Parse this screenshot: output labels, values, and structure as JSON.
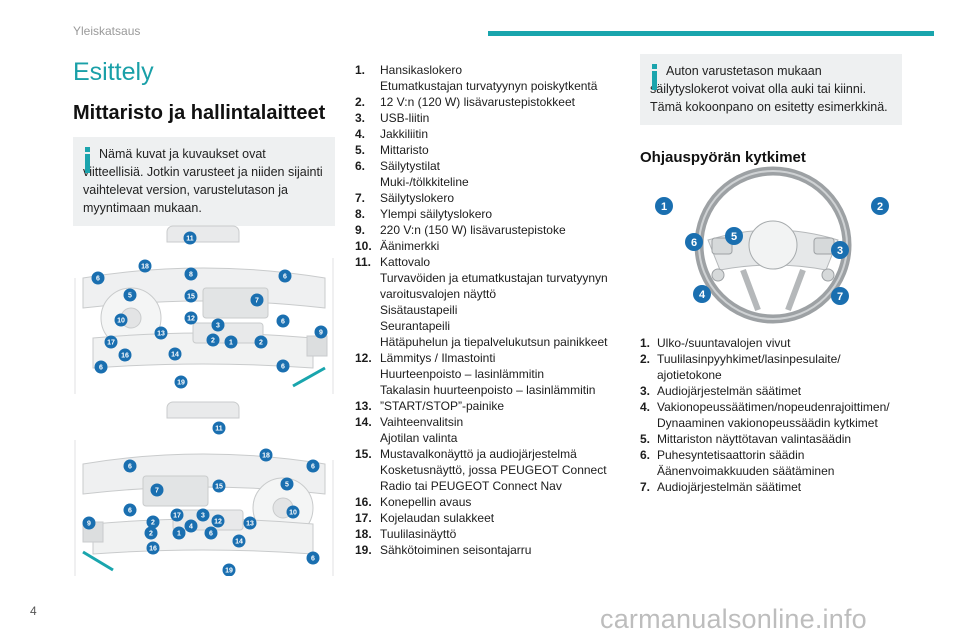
{
  "header": {
    "section": "Yleiskatsaus",
    "page_number": "4"
  },
  "watermark": "carmanualsonline.info",
  "title": "Esittely",
  "subtitle": "Mittaristo ja hallintalaitteet",
  "note1": {
    "first": "Nämä kuvat ja kuvaukset ovat",
    "rest": "viitteellisiä. Jotkin varusteet ja niiden sijainti vaihtelevat version, varustelutason ja myyntimaan mukaan."
  },
  "items": [
    {
      "num": "1.",
      "lines": [
        "Hansikaslokero",
        "Etumatkustajan turvatyynyn poiskytkentä"
      ]
    },
    {
      "num": "2.",
      "lines": [
        "12 V:n (120 W) lisävarustepistokkeet"
      ]
    },
    {
      "num": "3.",
      "lines": [
        "USB-liitin"
      ]
    },
    {
      "num": "4.",
      "lines": [
        "Jakkiliitin"
      ]
    },
    {
      "num": "5.",
      "lines": [
        "Mittaristo"
      ]
    },
    {
      "num": "6.",
      "lines": [
        "Säilytystilat",
        "Muki-/tölkkiteline"
      ]
    },
    {
      "num": "7.",
      "lines": [
        "Säilytyslokero"
      ]
    },
    {
      "num": "8.",
      "lines": [
        "Ylempi säilytyslokero"
      ]
    },
    {
      "num": "9.",
      "lines": [
        "220 V:n (150 W) lisävarustepistoke"
      ]
    },
    {
      "num": "10.",
      "lines": [
        "Äänimerkki"
      ]
    },
    {
      "num": "11.",
      "lines": [
        "Kattovalo",
        "Turvavöiden ja etumatkustajan turvatyynyn varoitusvalojen näyttö",
        "Sisätaustapeili",
        "Seurantapeili",
        "Hätäpuhelun ja tiepalvelukutsun painikkeet"
      ]
    },
    {
      "num": "12.",
      "lines": [
        "Lämmitys / Ilmastointi",
        "Huurteenpoisto – lasinlämmitin",
        "Takalasin huurteenpoisto – lasinlämmitin"
      ]
    },
    {
      "num": "13.",
      "lines": [
        "”START/STOP”-painike"
      ]
    },
    {
      "num": "14.",
      "lines": [
        "Vaihteenvalitsin",
        "Ajotilan valinta"
      ]
    },
    {
      "num": "15.",
      "lines": [
        "Mustavalkonäyttö ja audiojärjestelmä",
        "Kosketusnäyttö, jossa PEUGEOT Connect Radio tai PEUGEOT Connect Nav"
      ]
    },
    {
      "num": "16.",
      "lines": [
        "Konepellin avaus"
      ]
    },
    {
      "num": "17.",
      "lines": [
        "Kojelaudan sulakkeet"
      ]
    },
    {
      "num": "18.",
      "lines": [
        "Tuulilasinäyttö"
      ]
    },
    {
      "num": "19.",
      "lines": [
        "Sähkötoiminen seisontajarru"
      ]
    }
  ],
  "note2": {
    "first": "Auton varustetason mukaan",
    "rest": "säilytyslokerot voivat olla auki tai kiinni. Tämä kokoonpano on esitetty esimerkkinä."
  },
  "wheel_heading": "Ohjauspyörän kytkimet",
  "wheel_items": [
    {
      "num": "1.",
      "lines": [
        "Ulko-/suuntavalojen vivut"
      ]
    },
    {
      "num": "2.",
      "lines": [
        "Tuulilasinpyyhkimet/lasinpesulaite/",
        "ajotietokone"
      ]
    },
    {
      "num": "3.",
      "lines": [
        "Audiojärjestelmän säätimet"
      ]
    },
    {
      "num": "4.",
      "lines": [
        "Vakionopeussäätimen/nopeudenrajoittimen/",
        "Dynaaminen vakionopeussäädin kytkimet"
      ]
    },
    {
      "num": "5.",
      "lines": [
        "Mittariston näyttötavan valintasäädin"
      ]
    },
    {
      "num": "6.",
      "lines": [
        "Puhesyntetisaattorin säädin",
        "Äänenvoimakkuuden säätäminen"
      ]
    },
    {
      "num": "7.",
      "lines": [
        "Audiojärjestelmän säätimet"
      ]
    }
  ],
  "diagram1_callouts": [
    "11",
    "18",
    "8",
    "6",
    "6",
    "5",
    "15",
    "7",
    "10",
    "12",
    "3",
    "6",
    "13",
    "2",
    "1",
    "2",
    "9",
    "17",
    "16",
    "14",
    "6",
    "6",
    "19"
  ],
  "diagram2_callouts": [
    "11",
    "18",
    "6",
    "6",
    "15",
    "5",
    "7",
    "10",
    "6",
    "17",
    "3",
    "2",
    "12",
    "13",
    "9",
    "4",
    "2",
    "1",
    "6",
    "14",
    "16",
    "6",
    "19"
  ],
  "wheel_callouts": [
    "1",
    "2",
    "6",
    "5",
    "3",
    "4",
    "7"
  ],
  "colors": {
    "accent": "#19a5ad",
    "callout": "#1a6fb0"
  }
}
